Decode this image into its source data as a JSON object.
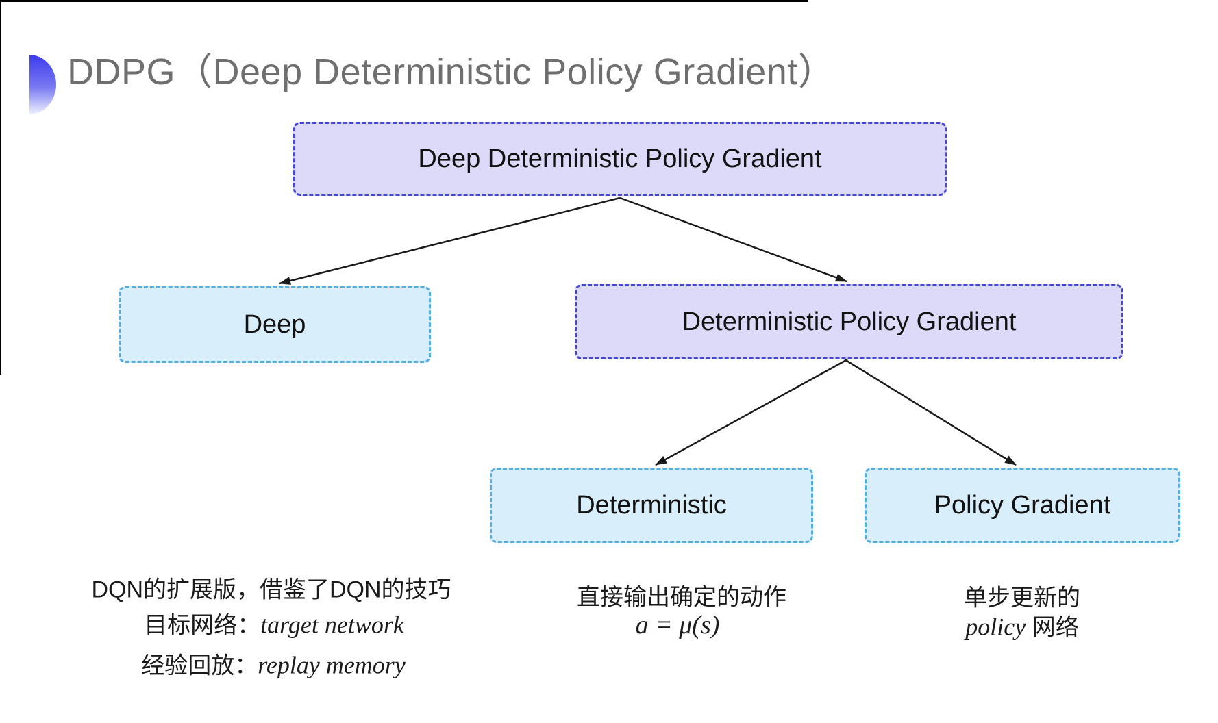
{
  "title": "DDPG（Deep Deterministic Policy Gradient）",
  "tree": {
    "root": {
      "label": "Deep Deterministic Policy Gradient",
      "variant": "purple"
    },
    "deep": {
      "label": "Deep",
      "variant": "cyan"
    },
    "dpg": {
      "label": "Deterministic Policy Gradient",
      "variant": "purple"
    },
    "deterministic": {
      "label": "Deterministic",
      "variant": "cyan"
    },
    "policy_gradient": {
      "label": "Policy Gradient",
      "variant": "cyan"
    }
  },
  "notes": {
    "left": {
      "line1": "DQN的扩展版，借鉴了DQN的技巧",
      "line2_zh": "目标网络：",
      "line2_en": "target network",
      "line3_zh": "经验回放：",
      "line3_en": "replay memory"
    },
    "middle": {
      "line1": "直接输出确定的动作",
      "formula": "a = μ(s)"
    },
    "right": {
      "line1": "单步更新的",
      "line2_en": "policy",
      "line2_zh": " 网络"
    }
  },
  "colors": {
    "purple_fill": "#dcdaf8",
    "purple_border": "#4446d4",
    "cyan_fill": "#d8eefa",
    "cyan_border": "#54ade1",
    "arrow": "#1a1a1a",
    "title_gray": "#6f6f6f",
    "bullet_top": "#3b3bef",
    "bullet_bottom": "#eef2fe"
  }
}
